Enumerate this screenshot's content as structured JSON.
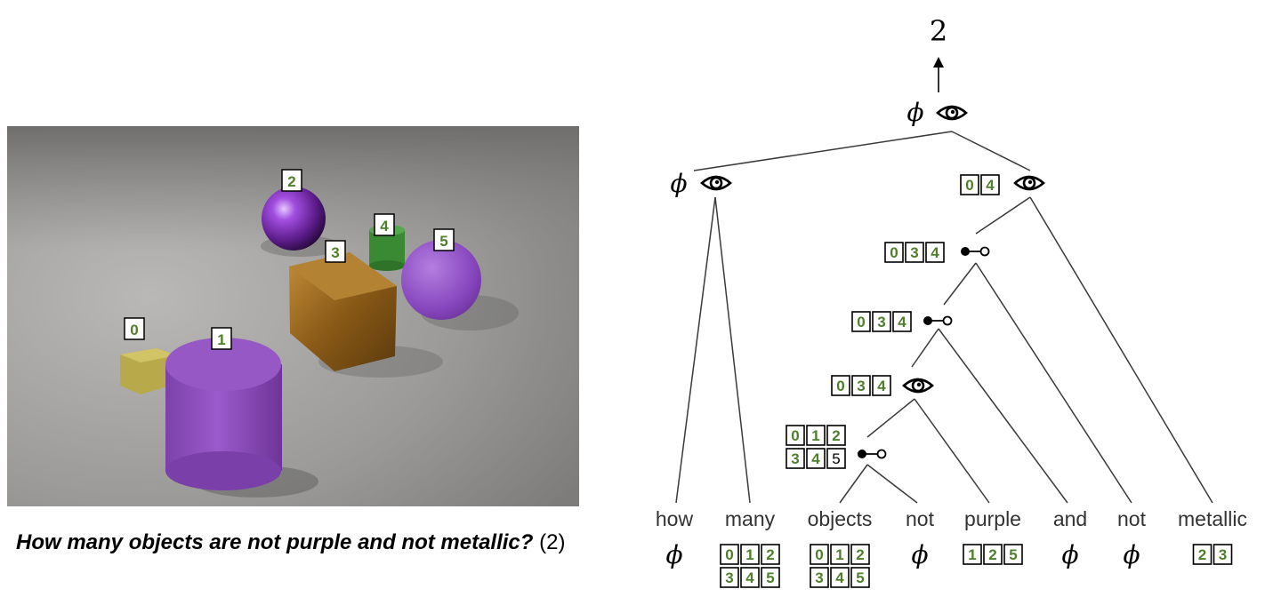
{
  "caption": {
    "question": "How many objects are not purple and not metallic?",
    "answer": "(2)"
  },
  "scene": {
    "labels": [
      {
        "id": "0",
        "text": "0"
      },
      {
        "id": "1",
        "text": "1"
      },
      {
        "id": "2",
        "text": "2"
      },
      {
        "id": "3",
        "text": "3"
      },
      {
        "id": "4",
        "text": "4"
      },
      {
        "id": "5",
        "text": "5"
      }
    ]
  },
  "tree": {
    "output": "2",
    "phi": "ϕ",
    "words": [
      "how",
      "many",
      "objects",
      "not",
      "purple",
      "and",
      "not",
      "metallic"
    ],
    "word_sets": [
      {
        "type": "phi"
      },
      {
        "type": "set",
        "rows": [
          [
            "0",
            "1",
            "2"
          ],
          [
            "3",
            "4",
            "5"
          ]
        ]
      },
      {
        "type": "set",
        "rows": [
          [
            "0",
            "1",
            "2"
          ],
          [
            "3",
            "4",
            "5"
          ]
        ]
      },
      {
        "type": "phi"
      },
      {
        "type": "set",
        "rows": [
          [
            "1",
            "2",
            "5"
          ]
        ]
      },
      {
        "type": "phi"
      },
      {
        "type": "phi"
      },
      {
        "type": "set",
        "rows": [
          [
            "2",
            "3"
          ]
        ]
      }
    ],
    "nodes": {
      "root": {
        "label": "phi",
        "op": "eye-icon"
      },
      "left": {
        "label": "phi",
        "op": "eye-icon"
      },
      "right": {
        "set": [
          [
            "0",
            "4"
          ]
        ],
        "op": "eye-icon"
      },
      "n3": {
        "set": [
          [
            "0",
            "3",
            "4"
          ]
        ],
        "op": "complement-icon"
      },
      "n4": {
        "set": [
          [
            "0",
            "3",
            "4"
          ]
        ],
        "op": "complement-icon"
      },
      "n5": {
        "set": [
          [
            "0",
            "3",
            "4"
          ]
        ],
        "op": "eye-icon"
      },
      "n6": {
        "set": [
          [
            "0",
            "1",
            "2"
          ],
          [
            "3",
            "4",
            "5"
          ]
        ],
        "plain": [
          "5"
        ],
        "op": "complement-icon"
      }
    }
  },
  "colors": {
    "set_text": "#4f7f2c",
    "purple_object": "#8a4fc0",
    "gold_object": "#9b6a1c",
    "green_object": "#3f8f37",
    "yellow_object": "#b5a848"
  }
}
